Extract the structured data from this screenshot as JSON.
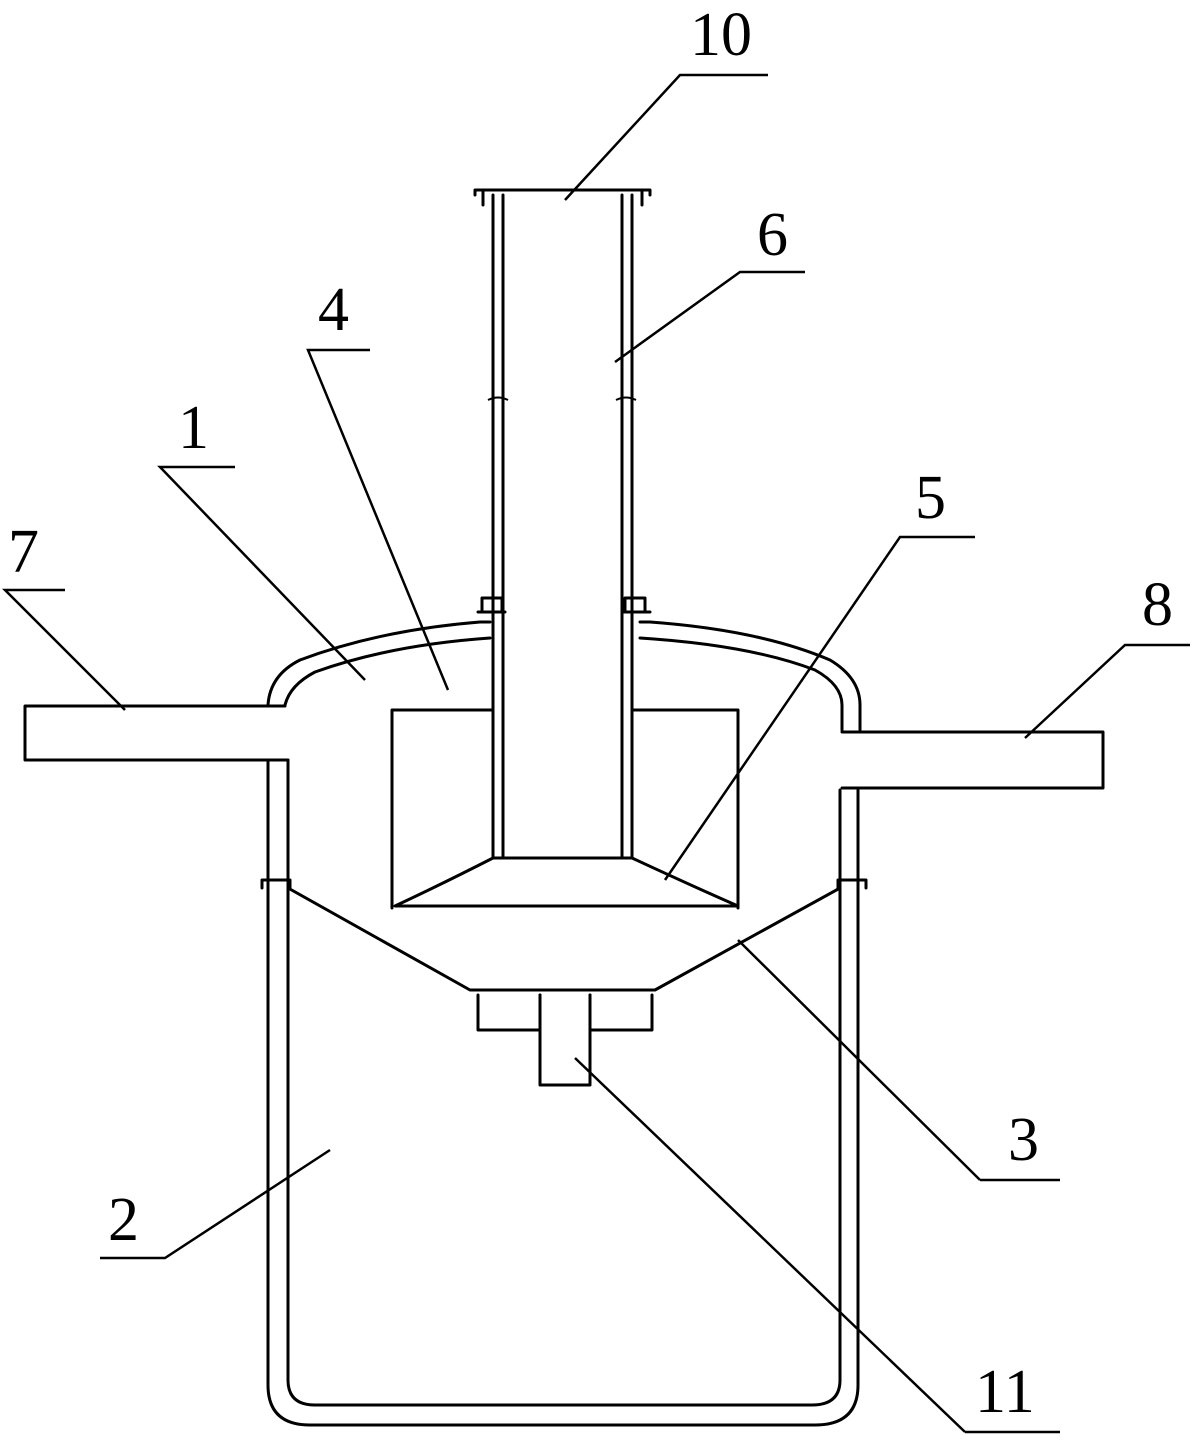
{
  "labels": {
    "l1": "1",
    "l2": "2",
    "l3": "3",
    "l4": "4",
    "l5": "5",
    "l6": "6",
    "l7": "7",
    "l8": "8",
    "l10": "10",
    "l11": "11"
  }
}
